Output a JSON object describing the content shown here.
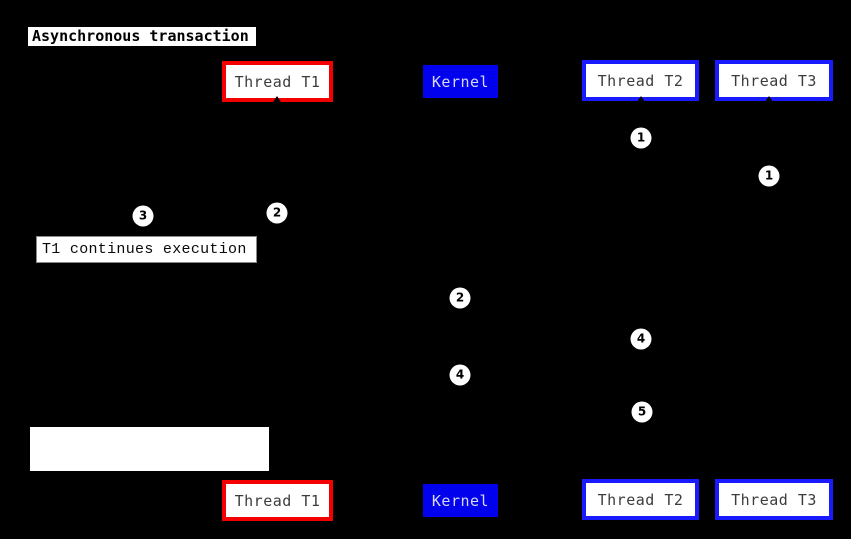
{
  "title": {
    "label": "Asynchronous transaction"
  },
  "lifelines": [
    {
      "id": "thread-t1",
      "label": "Thread T1",
      "accent": "#f40000"
    },
    {
      "id": "kernel",
      "label": "Kernel",
      "accent": "#0101ee"
    },
    {
      "id": "thread-t2",
      "label": "Thread T2",
      "accent": "#1a1aff"
    },
    {
      "id": "thread-t3",
      "label": "Thread T3",
      "accent": "#1a1aff"
    }
  ],
  "notes": {
    "t1_continues": {
      "label": "T1 continues execution"
    },
    "blank": {
      "label": ""
    }
  },
  "step_markers": [
    {
      "label": "1"
    },
    {
      "label": "1"
    },
    {
      "label": "2"
    },
    {
      "label": "3"
    },
    {
      "label": "2"
    },
    {
      "label": "4"
    },
    {
      "label": "4"
    },
    {
      "label": "5"
    }
  ],
  "colors": {
    "background": "#000000",
    "t1_border": "#f40000",
    "thread_border": "#1a1aff",
    "kernel_fill": "#0101ee",
    "kernel_text": "#d9d9f2",
    "box_text": "#3c3c3c",
    "note_fill": "#ffffff",
    "note_text": "#0a0a0a",
    "marker_fill": "#ffffff",
    "marker_text": "#000000"
  }
}
